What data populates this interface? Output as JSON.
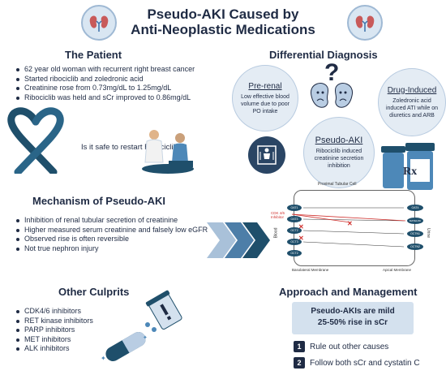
{
  "header": {
    "title_line1": "Pseudo-AKI Caused by",
    "title_line2": "Anti-Neoplastic Medications"
  },
  "patient": {
    "heading": "The Patient",
    "items": [
      "62 year old woman with recurrent right breast cancer",
      "Started ribociclib and zoledronic acid",
      "Creatinine rose from 0.73mg/dL to 1.25mg/dL",
      "Ribociclib was held and sCr improved to 0.86mg/dL"
    ],
    "question": "Is it safe to restart Ribociclib?"
  },
  "differential": {
    "heading": "Differential Diagnosis",
    "prerenal": {
      "title": "Pre-renal",
      "body": "Low effective blood volume due to poor PO intake"
    },
    "drug": {
      "title": "Drug-Induced",
      "body": "Zoledronic acid induced ATI while on diuretics and ARB"
    },
    "pseudo": {
      "title": "Pseudo-AKI",
      "body": "Ribociclib induced creatinine secretion inhibition"
    },
    "question_mark": "?",
    "rx": "Rx"
  },
  "mechanism": {
    "heading": "Mechanism of Pseudo-AKI",
    "items": [
      "Inhibition of renal tubular secretion of creatinine",
      "Higher measured serum creatinine and falsely low eGFR",
      "Observed rise is often reversible",
      "Not true nephron injury"
    ],
    "diagram": {
      "cell_label": "Proximal Tubular Cell",
      "inhibitor_label": "CDK 4/6 Inhibitor",
      "blood": "Blood",
      "urine": "Urine",
      "basolateral": "Basolateral Membrane",
      "apical": "Apical Membrane",
      "left_transporters": [
        "OAT1",
        "OAT3",
        "OCT2",
        "OCT3",
        "OCT2"
      ],
      "right_transporters": [
        "OAT4",
        "MATE1/2K",
        "OCTN1",
        "OCTN2"
      ]
    }
  },
  "culprits": {
    "heading": "Other Culprits",
    "items": [
      "CDK4/6 inhibitors",
      "RET kinase inhibitors",
      "PARP inhibitors",
      "MET inhibitors",
      "ALK inhibitors"
    ]
  },
  "approach": {
    "heading": "Approach and Management",
    "box_line1": "Pseudo-AKIs are mild",
    "box_line2": "25-50% rise in sCr",
    "steps": [
      {
        "num": "1",
        "text": "Rule out other causes"
      },
      {
        "num": "2",
        "text": "Follow both sCr and cystatin C"
      }
    ]
  },
  "colors": {
    "navy": "#1f2b44",
    "light_blue": "#e4ecf4",
    "ribbon": "#1f4f6b",
    "accent": "#2f5d86"
  }
}
